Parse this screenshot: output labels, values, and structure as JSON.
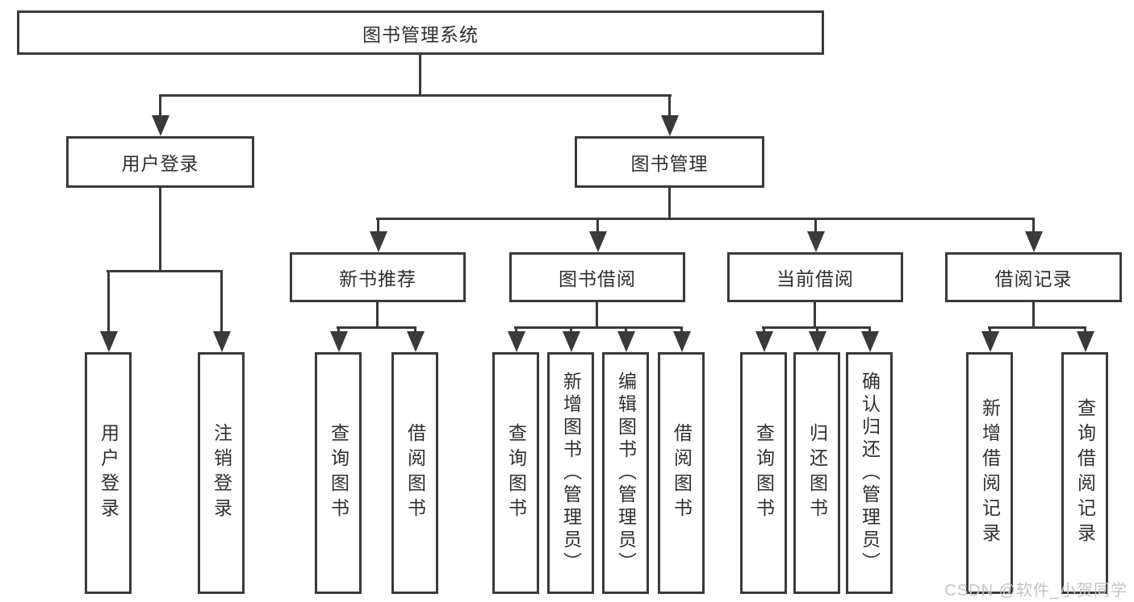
{
  "nodes": {
    "root": "图书管理系统",
    "user_login": "用户登录",
    "book_management": "图书管理",
    "new_book_recommendation": "新书推荐",
    "book_borrowing": "图书借阅",
    "current_borrowing": "当前借阅",
    "borrowing_records": "借阅记录"
  },
  "leaves": {
    "user_login": "用户登录",
    "logout": "注销登录",
    "recommend_query_books": "查询图书",
    "recommend_borrow_books": "借阅图书",
    "borrowing_query_books": "查询图书",
    "borrowing_add_books_admin": "新增图书（管理员）",
    "borrowing_edit_books_admin": "编辑图书（管理员）",
    "borrowing_borrow_books": "借阅图书",
    "current_query_books": "查询图书",
    "current_return_books": "归还图书",
    "current_confirm_return_admin": "确认归还（管理员）",
    "records_add_record": "新增借阅记录",
    "records_query_record": "查询借阅记录"
  },
  "watermark": "CSDN @软件_小贺同学",
  "colors": {
    "line": "#3a3a3a",
    "text": "#2f2f2f",
    "background": "#ffffff",
    "watermark": "#c3c3c3"
  }
}
